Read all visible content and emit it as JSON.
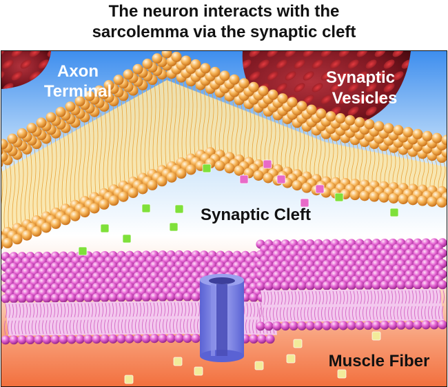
{
  "title": "The neuron interacts with the\nsarcolemma via the synaptic cleft",
  "labels": {
    "axon_line1": "Axon",
    "axon_line2": "Terminal",
    "vesicles_line1": "Synaptic",
    "vesicles_line2": "Vesicles",
    "cleft": "Synaptic Cleft",
    "muscle": "Muscle Fiber"
  },
  "colors": {
    "axon_lipid": "#f4a23a",
    "muscle_lipid": "#d94fc8",
    "vesicle": "#7a1620",
    "channel": "#7f86e0",
    "nt_green": "#7fe03a",
    "nt_pink": "#e86ac8",
    "nt_yellow": "#f2eb9a",
    "sky_blue": "#4f9bf0",
    "muscle_bg": "#f47a4a"
  }
}
